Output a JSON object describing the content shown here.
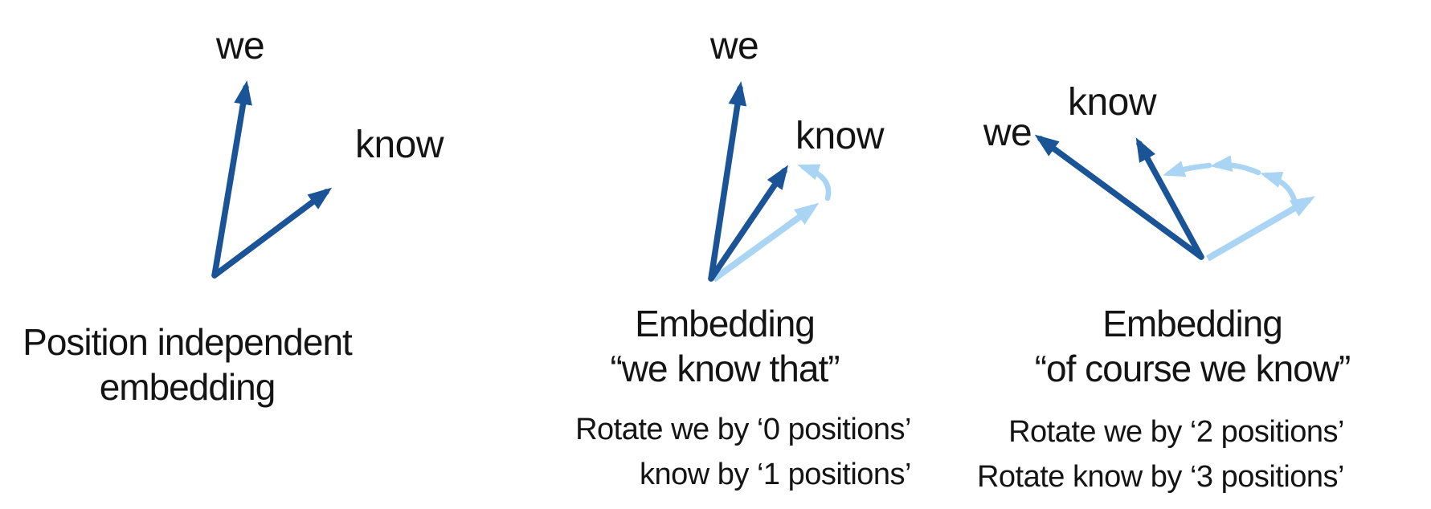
{
  "colors": {
    "arrow_dark": "#1a5496",
    "arrow_light": "#a9d4f3",
    "text": "#141414",
    "background": "#ffffff"
  },
  "panels": [
    {
      "id": "position-independent",
      "we_label": "we",
      "know_label": "know",
      "caption_line1": "Position independent",
      "caption_line2": "embedding"
    },
    {
      "id": "we-know-that",
      "we_label": "we",
      "know_label": "know",
      "caption_line1": "Embedding",
      "caption_line2": "“we know that”",
      "rotation_line1": "Rotate we by ‘0 positions’",
      "rotation_line2": "know by ‘1 positions’"
    },
    {
      "id": "of-course-we-know",
      "we_label": "we",
      "know_label": "know",
      "caption_line1": "Embedding",
      "caption_line2": "“of course we know”",
      "rotation_line1": "Rotate we by ‘2 positions’",
      "rotation_line2": "Rotate know by ‘3 positions’"
    }
  ]
}
